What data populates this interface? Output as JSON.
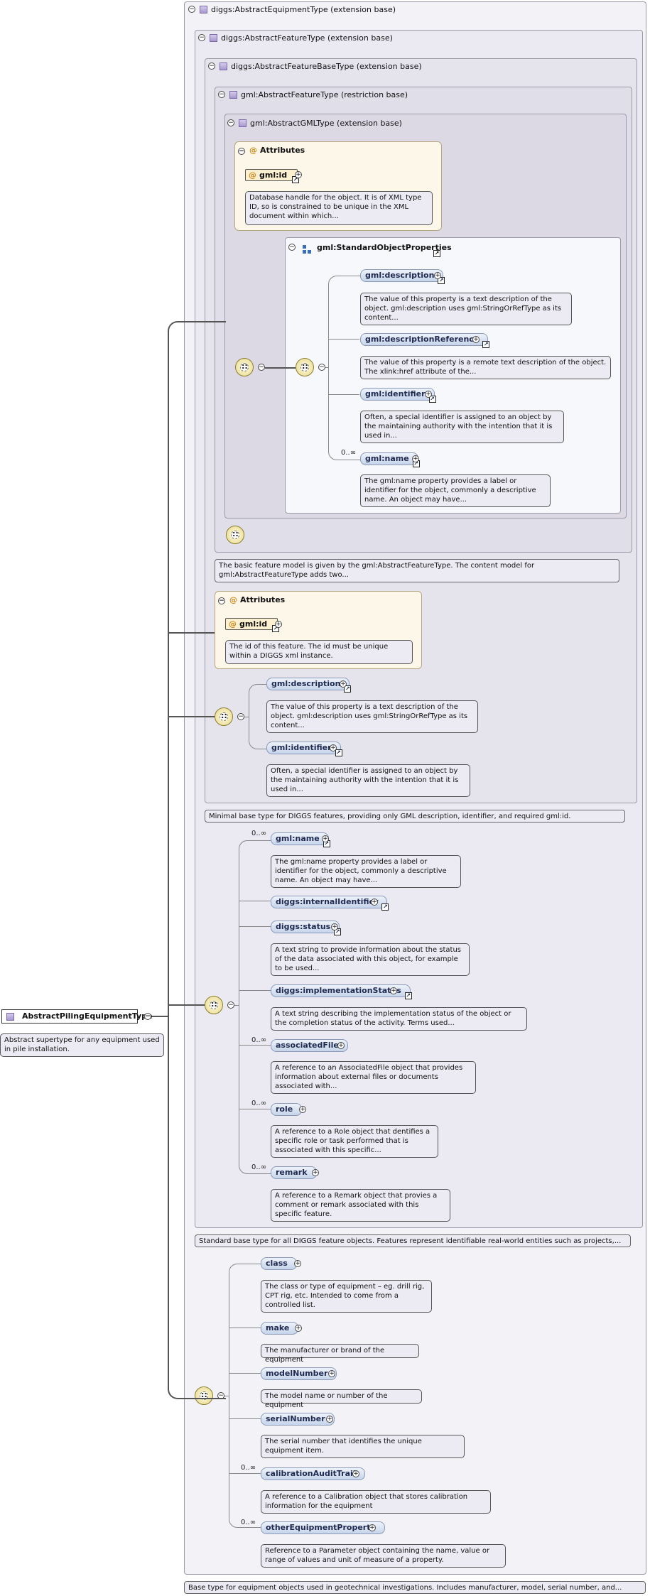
{
  "root": {
    "name": "AbstractPilingEquipmentType",
    "description": "Abstract supertype for any equipment used in pile installation."
  },
  "bases": {
    "equipment": {
      "name": "diggs:AbstractEquipmentType",
      "kind": "(extension base)",
      "note": "Base type for equipment objects used in geotechnical investigations. Includes manufacturer, model, serial number, and..."
    },
    "feature": {
      "name": "diggs:AbstractFeatureType",
      "kind": "(extension base)",
      "note": "Standard base type for all DIGGS feature objects. Features represent identifiable real-world entities such as projects,..."
    },
    "featureBase": {
      "name": "diggs:AbstractFeatureBaseType",
      "kind": "(extension base)",
      "note": "Minimal base type for DIGGS features, providing only GML description, identifier, and required gml:id."
    },
    "gmlFeature": {
      "name": "gml:AbstractFeatureType",
      "kind": "(restriction base)",
      "note": "The basic feature model is given by the gml:AbstractFeatureType. The content model for gml:AbstractFeatureType adds two..."
    },
    "gmlBase": {
      "name": "gml:AbstractGMLType",
      "kind": "(extension base)"
    }
  },
  "gml_attributes": {
    "title": "Attributes",
    "attr": "gml:id",
    "desc": "Database handle for the object. It is of XML type ID, so is constrained to be unique in the XML document within which..."
  },
  "standard_props": {
    "title": "gml:StandardObjectProperties",
    "items": [
      {
        "name": "gml:description",
        "occ": "",
        "desc": "The value of this property is a text description of the object. gml:description uses gml:StringOrRefType as its content..."
      },
      {
        "name": "gml:descriptionReference",
        "occ": "",
        "desc": "The value of this property is a remote text description of the object. The xlink:href attribute of the..."
      },
      {
        "name": "gml:identifier",
        "occ": "",
        "desc": "Often, a special identifier is assigned to an object by the maintaining authority with the intention that it is used in..."
      },
      {
        "name": "gml:name",
        "occ": "0..∞",
        "desc": "The gml:name property provides a label or identifier for the object, commonly a descriptive name. An object may have..."
      }
    ]
  },
  "fb_attributes": {
    "title": "Attributes",
    "attr": "gml:id",
    "desc": "The id of this feature. The id must be unique within a DIGGS xml instance."
  },
  "fb_seq": [
    {
      "name": "gml:description",
      "desc": "The value of this property is a text description of the object. gml:description uses gml:StringOrRefType as its content..."
    },
    {
      "name": "gml:identifier",
      "desc": "Often, a special identifier is assigned to an object by the maintaining authority with the intention that it is used in..."
    }
  ],
  "feature_seq": [
    {
      "name": "gml:name",
      "occ": "0..∞",
      "desc": "The gml:name property provides a label or identifier for the object, commonly a descriptive name. An object may have..."
    },
    {
      "name": "diggs:internalIdentifier",
      "occ": "",
      "desc": ""
    },
    {
      "name": "diggs:status",
      "occ": "",
      "desc": "A text string to provide information about the status of the data associated with this object, for example to be used..."
    },
    {
      "name": "diggs:implementationStatus",
      "occ": "",
      "desc": "A text string describing the implementation status of the object or the completion status of the activity. Terms used..."
    },
    {
      "name": "associatedFile",
      "occ": "0..∞",
      "desc": "A reference to an AssociatedFile object that provides information about external files or documents associated with..."
    },
    {
      "name": "role",
      "occ": "0..∞",
      "desc": "A reference to a Role object that dentifies a specific role or task performed that is associated with this specific..."
    },
    {
      "name": "remark",
      "occ": "0..∞",
      "desc": "A reference to a Remark object that provies a comment or remark associated with this specific feature."
    }
  ],
  "equipment_seq": [
    {
      "name": "class",
      "occ": "",
      "desc": "The class or type of equipment – eg. drill rig, CPT rig, etc. Intended to come from a controlled list."
    },
    {
      "name": "make",
      "occ": "",
      "desc": "The manufacturer or brand of the equipment"
    },
    {
      "name": "modelNumber",
      "occ": "",
      "desc": "The model name or number of the equipment"
    },
    {
      "name": "serialNumber",
      "occ": "",
      "desc": "The serial number that identifies the unique equipment item."
    },
    {
      "name": "calibrationAuditTrail",
      "occ": "0..∞",
      "desc": "A reference to a Calibration object that stores calibration information for the equipment"
    },
    {
      "name": "otherEquipmentProperty",
      "occ": "0..∞",
      "desc": "Reference to a Parameter object containing the name, value or range of values and unit of measure of a property."
    }
  ]
}
